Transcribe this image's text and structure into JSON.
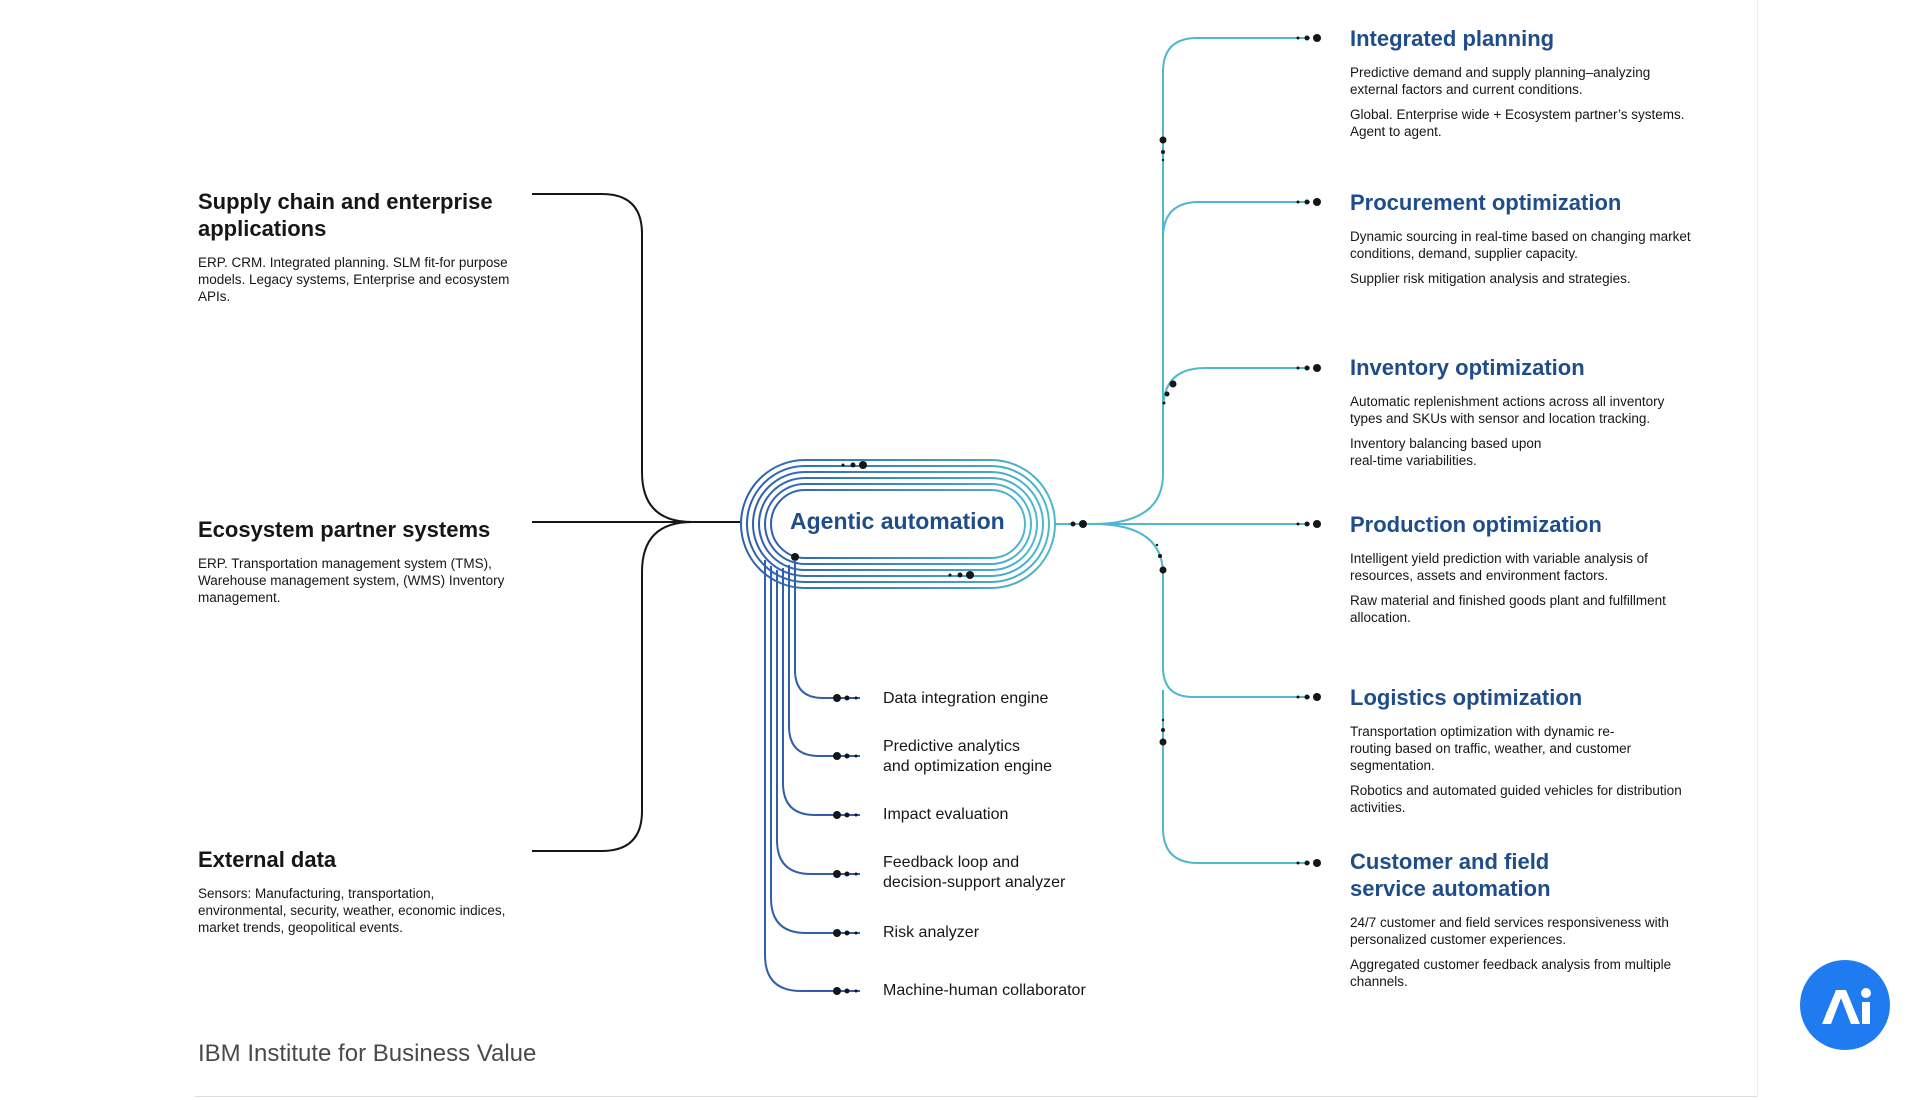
{
  "center": {
    "label": "Agentic automation"
  },
  "inputs": [
    {
      "title": "Supply chain and enterprise applications",
      "desc": "ERP. CRM. Integrated planning. SLM fit-for purpose models.  Legacy systems, Enterprise and ecosystem APIs."
    },
    {
      "title": "Ecosystem partner systems",
      "desc": "ERP. Transportation management system (TMS), Warehouse management system, (WMS) Inventory management."
    },
    {
      "title": "External data",
      "desc": "Sensors: Manufacturing, transportation, environmental, security, weather, economic indices, market trends, geopolitical events."
    }
  ],
  "components": [
    "Data integration engine",
    "Predictive analytics\nand optimization engine",
    "Impact evaluation",
    "Feedback loop and\ndecision-support analyzer",
    "Risk analyzer",
    "Machine-human collaborator"
  ],
  "outputs": [
    {
      "title": "Integrated planning",
      "paras": [
        "Predictive demand and supply planning–analyzing external factors and current conditions.",
        "Global. Enterprise wide + Ecosystem partner’s systems. Agent to agent."
      ]
    },
    {
      "title": "Procurement optimization",
      "paras": [
        "Dynamic sourcing in real-time based on changing market conditions, demand, supplier capacity.",
        "Supplier risk mitigation analysis and strategies."
      ]
    },
    {
      "title": "Inventory optimization",
      "paras": [
        "Automatic replenishment actions across all inventory types and SKUs with sensor and location tracking.",
        "Inventory balancing based upon real-time variabilities."
      ]
    },
    {
      "title": "Production optimization",
      "paras": [
        "Intelligent yield prediction with variable analysis of resources, assets and environment factors.",
        "Raw material and finished goods plant and fulfillment allocation."
      ]
    },
    {
      "title": "Logistics optimization",
      "paras": [
        "Transportation optimization with  dynamic re-routing based on traffic, weather, and customer segmentation.",
        "Robotics and automated guided vehicles for distribution activities."
      ]
    },
    {
      "title": "Customer and field service automation",
      "paras": [
        "24/7 customer and field services responsiveness with personalized customer experiences.",
        "Aggregated customer feedback analysis from multiple channels."
      ]
    }
  ],
  "footer": {
    "text": "IBM Institute for Business Value"
  },
  "colors": {
    "accent": "#1f4d89",
    "teal": "#4fb8cc",
    "blue": "#3a79c4",
    "black": "#161616"
  },
  "logo": {
    "icon": "brand-logo-icon"
  }
}
